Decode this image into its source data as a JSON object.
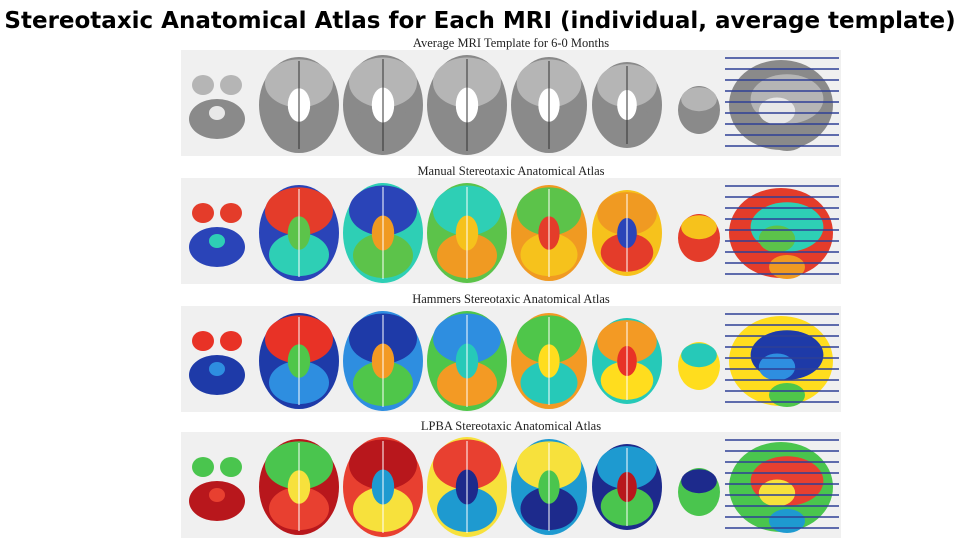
{
  "slide": {
    "title": "Stereotaxic Anatomical Atlas for Each MRI (individual, average template)"
  },
  "panels": [
    {
      "label": "Average MRI Template for 6-0 Months",
      "style": "mri",
      "palette": [
        "#5a5a5a",
        "#8a8a8a",
        "#b5b5b5",
        "#e8e8e8",
        "#ffffff"
      ]
    },
    {
      "label": "Manual Stereotaxic Anatomical Atlas",
      "style": "manual",
      "palette": [
        "#f6c21c",
        "#e43c2a",
        "#2a44b8",
        "#2ecfb5",
        "#5cc34a",
        "#f09a22"
      ]
    },
    {
      "label": "Hammers Stereotaxic Anatomical Atlas",
      "style": "hammers",
      "palette": [
        "#ffdd1e",
        "#e83226",
        "#1e3aa8",
        "#2e8ee0",
        "#4fc64a",
        "#f39a24",
        "#26c9b8"
      ]
    },
    {
      "label": "LPBA Stereotaxic Anatomical Atlas",
      "style": "lpba",
      "palette": [
        "#1d2a8c",
        "#4ac54e",
        "#b8171c",
        "#e84030",
        "#f7e13c",
        "#1e9ad0"
      ]
    }
  ],
  "colors": {
    "slice_lines": "#2e3f96",
    "panel_bg": "#f0f0f0"
  }
}
